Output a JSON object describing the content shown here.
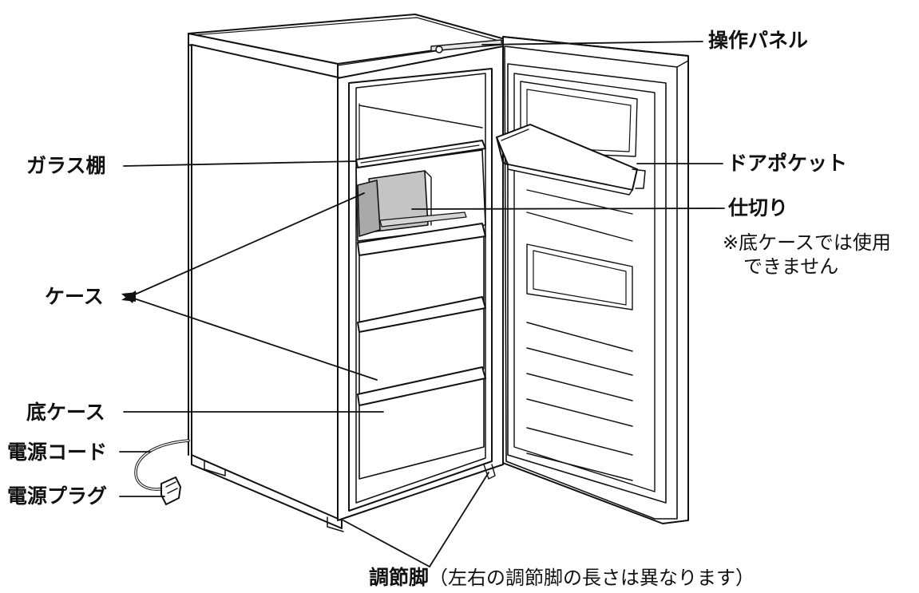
{
  "labels": {
    "control_panel": "操作パネル",
    "glass_shelf": "ガラス棚",
    "door_pocket": "ドアポケット",
    "divider": "仕切り",
    "divider_note_1": "※底ケースでは使用",
    "divider_note_2": "できません",
    "case": "ケース",
    "bottom_case": "底ケース",
    "power_cord": "電源コード",
    "power_plug": "電源プラグ",
    "adjuster_feet": "調節脚",
    "adjuster_feet_note": "（左右の調節脚の長さは異なります）"
  },
  "colors": {
    "line": "#111111",
    "body_fill": "#ffffff",
    "shade_fill": "#dcdcdc",
    "divider_fill": "#bdbdbd"
  }
}
